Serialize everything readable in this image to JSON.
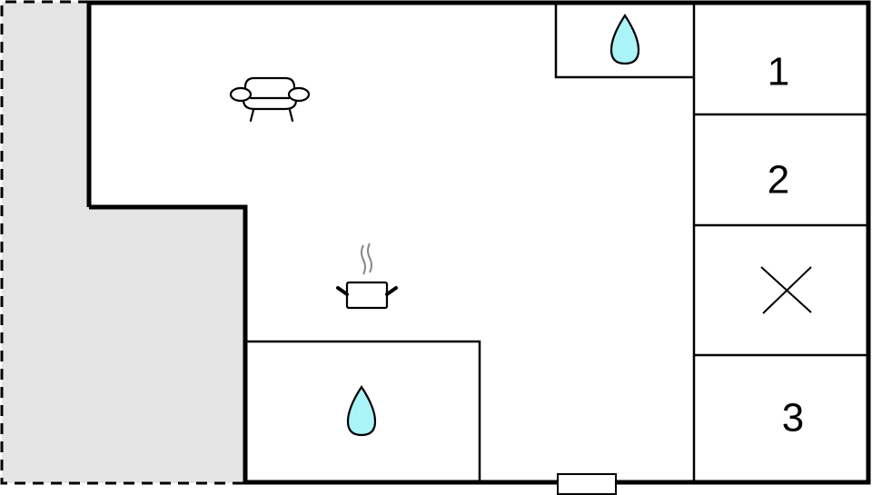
{
  "diagram": {
    "type": "floor-plan",
    "colors": {
      "wall": "#000000",
      "outdoor_area": "#e4e4e4",
      "water_drop": "#aaf4f8",
      "steam": "#888888",
      "background": "#ffffff"
    },
    "rooms": [
      {
        "id": "living",
        "icon": "sofa-icon"
      },
      {
        "id": "kitchen",
        "icon": "cooking-pot-icon"
      },
      {
        "id": "bathroom-top",
        "icon": "water-drop-icon"
      },
      {
        "id": "bathroom-bottom",
        "icon": "water-drop-icon"
      },
      {
        "id": "bedroom-1",
        "label": "1"
      },
      {
        "id": "bedroom-2",
        "label": "2"
      },
      {
        "id": "storage",
        "icon": "x-mark-icon"
      },
      {
        "id": "bedroom-3",
        "label": "3"
      }
    ],
    "labels": {
      "bedroom_1": "1",
      "bedroom_2": "2",
      "bedroom_3": "3"
    },
    "features": {
      "terrace": "outdoor-area-dashed",
      "window": "window-bottom-wall"
    }
  }
}
